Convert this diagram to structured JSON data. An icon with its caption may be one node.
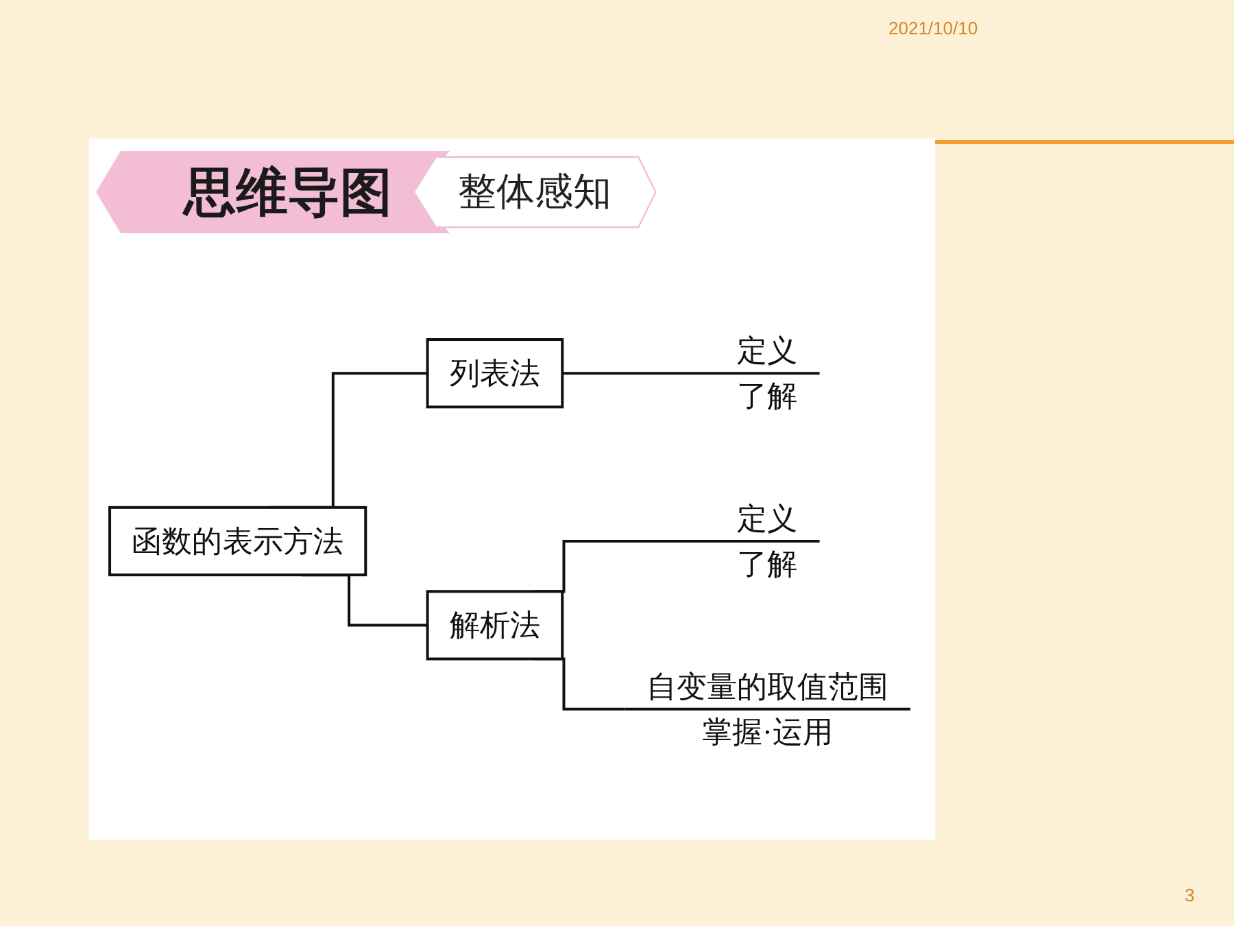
{
  "diagram": {
    "nodes": [
      {
        "text": [
          "函数的表示方法"
        ]
      },
      {
        "text": [
          "列表法"
        ]
      },
      {
        "text": [
          "解析法"
        ]
      },
      {
        "text": [
          "定义",
          "了解"
        ]
      },
      {
        "text": [
          "定义",
          "了解"
        ]
      },
      {
        "text": [
          "自变量的取值范围",
          "掌握·运用"
        ]
      }
    ],
    "edges": [
      {
        "from": 0,
        "to": 1,
        "arrow": "none"
      },
      {
        "from": 0,
        "to": 2,
        "arrow": "none"
      },
      {
        "from": 1,
        "to": 3,
        "arrow": "none"
      },
      {
        "from": 2,
        "to": 4,
        "arrow": "none"
      },
      {
        "from": 2,
        "to": 5,
        "arrow": "none"
      }
    ],
    "labels": [
      "2021/10/10",
      "思维导图",
      "整体感知",
      "3"
    ]
  }
}
